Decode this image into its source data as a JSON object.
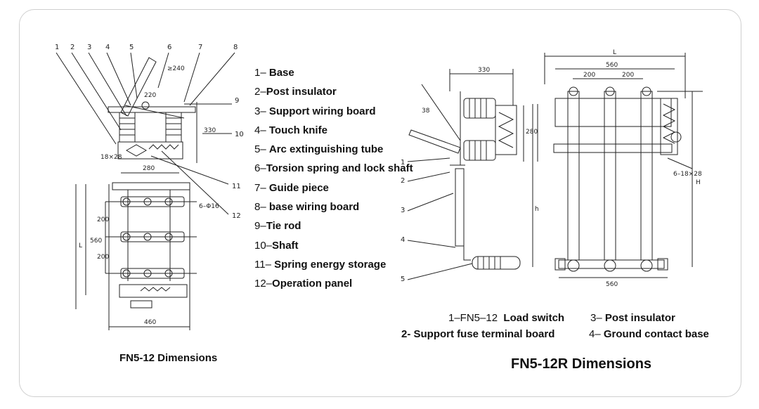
{
  "left_legend": [
    {
      "num": "1–",
      "text": "Base"
    },
    {
      "num": "2–",
      "text": "Post insulator"
    },
    {
      "num": "3–",
      "text": "Support wiring board"
    },
    {
      "num": "4–",
      "text": "Touch knife"
    },
    {
      "num": "5–",
      "text": "Arc extinguishing tube"
    },
    {
      "num": "6–",
      "text": "Torsion spring and lock shaft"
    },
    {
      "num": "7–",
      "text": "Guide piece"
    },
    {
      "num": "8–",
      "text": "base wiring board"
    },
    {
      "num": "9–",
      "text": "Tie rod"
    },
    {
      "num": "10–",
      "text": "Shaft"
    },
    {
      "num": "11–",
      "text": "Spring energy storage"
    },
    {
      "num": "12–",
      "text": "Operation panel"
    }
  ],
  "right_legend": [
    {
      "num": "1–FN5–12",
      "text": "Load switch"
    },
    {
      "num": "3–",
      "text": "Post insulator"
    },
    {
      "num": "2-",
      "text": "Support fuse terminal board"
    },
    {
      "num": "4–",
      "text": "Ground contact base"
    }
  ],
  "captions": {
    "left": "FN5-12 Dimensions",
    "right": "FN5-12R Dimensions"
  },
  "left_drawing": {
    "leaders": [
      "1",
      "2",
      "3",
      "4",
      "5",
      "6",
      "7",
      "8",
      "9",
      "10",
      "11",
      "12"
    ],
    "dims": {
      "angle": "≥240",
      "top": "220",
      "h330": "330",
      "base": "280",
      "hole": "18×28",
      "s200a": "200",
      "s200b": "200",
      "s560": "560",
      "L": "L",
      "slot": "6–Φ16",
      "bottom": "460"
    }
  },
  "right_drawing": {
    "leaders": [
      "1",
      "2",
      "3",
      "4",
      "5"
    ],
    "dims": {
      "top330": "330",
      "angle": "38",
      "h280": "280",
      "L": "L",
      "w560": "560",
      "s200a": "200",
      "s200b": "200",
      "slot": "6–18×28",
      "H": "H",
      "h": "h",
      "bottom560": "560"
    }
  },
  "colors": {
    "line": "#222222",
    "frame": "#cfcfcf"
  }
}
